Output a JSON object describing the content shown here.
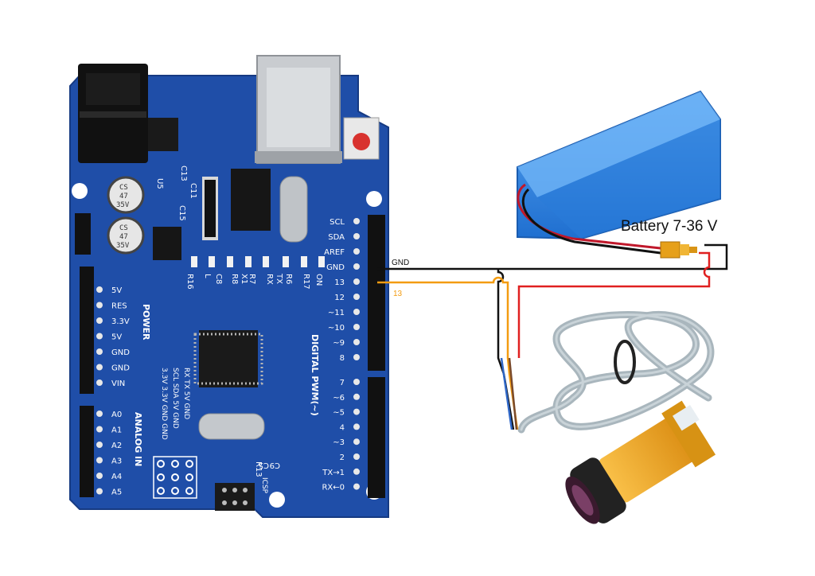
{
  "colors": {
    "pcb": "#1f4ea8",
    "pcb_dark": "#163a82",
    "wire_gnd": "#111111",
    "wire_signal": "#f39c12",
    "wire_power": "#e02020",
    "battery": "#2f86e6",
    "sensor_body": "#f4a81e",
    "cable": "#a9b6bd"
  },
  "board": {
    "power_header_title": "POWER",
    "power_pins": [
      "5V",
      "RES",
      "3.3V",
      "5V",
      "GND",
      "GND",
      "VIN"
    ],
    "analog_header_title": "ANALOG IN",
    "analog_pins": [
      "A0",
      "A1",
      "A2",
      "A3",
      "A4",
      "A5"
    ],
    "digital_header_title": "DIGITAL PWM(~)",
    "digital_pins_top": [
      "SCL",
      "SDA",
      "AREF",
      "GND",
      "13",
      "12",
      "~11",
      "~10",
      "~9",
      "8"
    ],
    "digital_pins_bottom": [
      "7",
      "~6",
      "~5",
      "4",
      "~3",
      "2",
      "TX→1",
      "RX←0"
    ],
    "cap_marks": [
      [
        "CS",
        "47",
        "35V"
      ],
      [
        "CS",
        "47",
        "35V"
      ]
    ],
    "labels": {
      "icsp": "ICSP",
      "row1": "RX   TX   5V   GND",
      "row2": "SCL  SDA  5V   GND",
      "row3": "3.3V 3.3V GND  GND",
      "c5": "C5",
      "c9": "C9",
      "r13": "R13",
      "u5": "U5",
      "c13": "C13",
      "c11": "C11",
      "c15": "C15",
      "r16": "R16",
      "c8": "C8",
      "r8": "R8",
      "r7": "R7",
      "x1": "X1",
      "rx": "RX",
      "tx": "TX",
      "r6": "R6",
      "r17": "R17",
      "on": "ON",
      "l": "L"
    }
  },
  "wires": {
    "gnd_label": "GND",
    "signal_label": "13"
  },
  "battery": {
    "label": "Battery 7-36 V"
  }
}
